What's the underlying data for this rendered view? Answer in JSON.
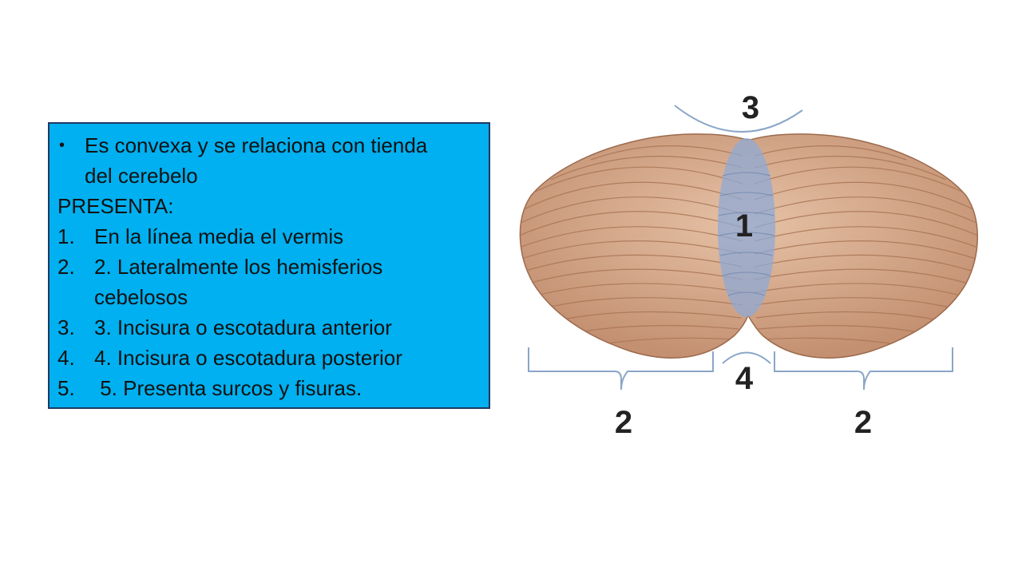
{
  "slide": {
    "bullet": {
      "symbol": "•",
      "line1": "Es convexa y se relaciona con tienda",
      "line2": "del cerebelo"
    },
    "heading": "PRESENTA:",
    "items": [
      {
        "num": "1.",
        "lines": [
          "En la línea media el vermis"
        ]
      },
      {
        "num": "2.",
        "lines": [
          "2. Lateralmente los hemisferios",
          "cebelosos"
        ]
      },
      {
        "num": "3.",
        "lines": [
          "3. Incisura o escotadura anterior"
        ]
      },
      {
        "num": "4.",
        "lines": [
          "4. Incisura o escotadura posterior"
        ]
      },
      {
        "num": "5.",
        "lines": [
          " 5. Presenta surcos y fisuras."
        ]
      }
    ]
  },
  "figure": {
    "labels": {
      "vermis": "1",
      "hemisphere_left": "2",
      "hemisphere_right": "2",
      "anterior": "3",
      "posterior": "4"
    },
    "colors": {
      "tissue": "#d7a98a",
      "tissue_dark": "#a87554",
      "vermis_overlay": "#8fa9d6",
      "bracket": "#8aa6c8"
    }
  }
}
